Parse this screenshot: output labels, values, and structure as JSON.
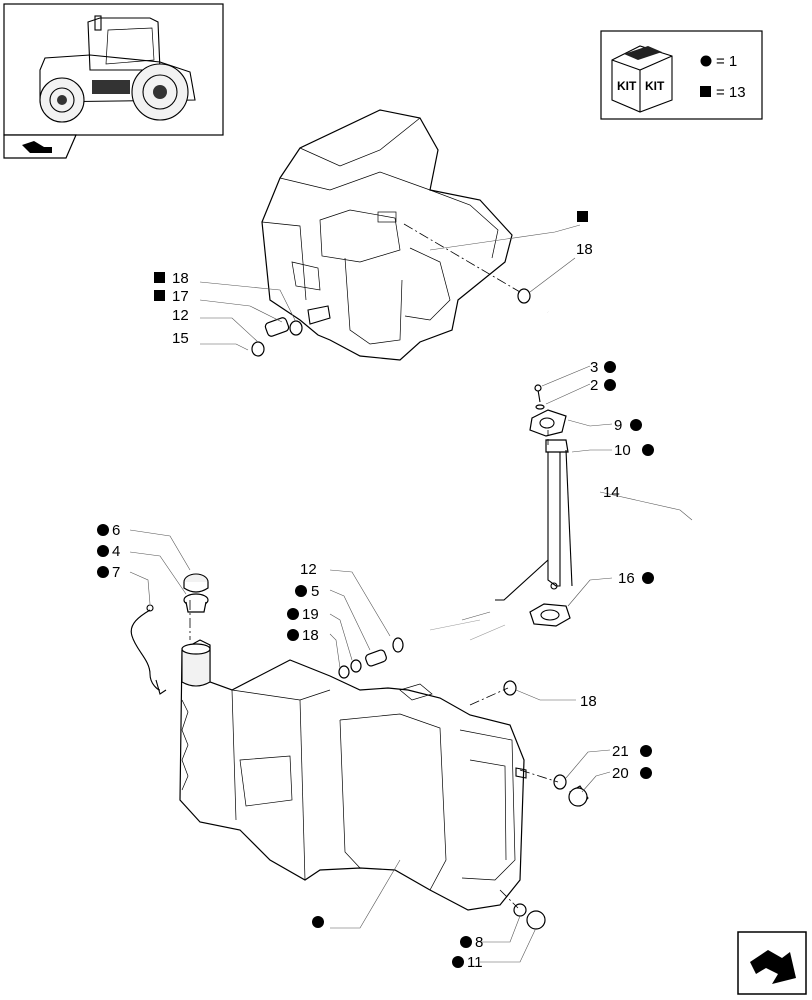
{
  "legend": {
    "kit_text": "KIT",
    "circle_eq": "= 1",
    "square_eq": "= 13"
  },
  "labels": {
    "upper_tank_ref": "",
    "l18_top": "18",
    "l18_sq": "18",
    "l17_sq": "17",
    "l12_top": "12",
    "l15": "15",
    "l3": "3",
    "l2": "2",
    "l9": "9",
    "l10": "10",
    "l14": "14",
    "l6": "6",
    "l4": "4",
    "l7": "7",
    "l16": "16",
    "l12_mid": "12",
    "l5": "5",
    "l19": "19",
    "l18_mid": "18",
    "l18_right": "18",
    "l21": "21",
    "l20": "20",
    "lower_tank_ref": "",
    "l8": "8",
    "l11": "11"
  }
}
